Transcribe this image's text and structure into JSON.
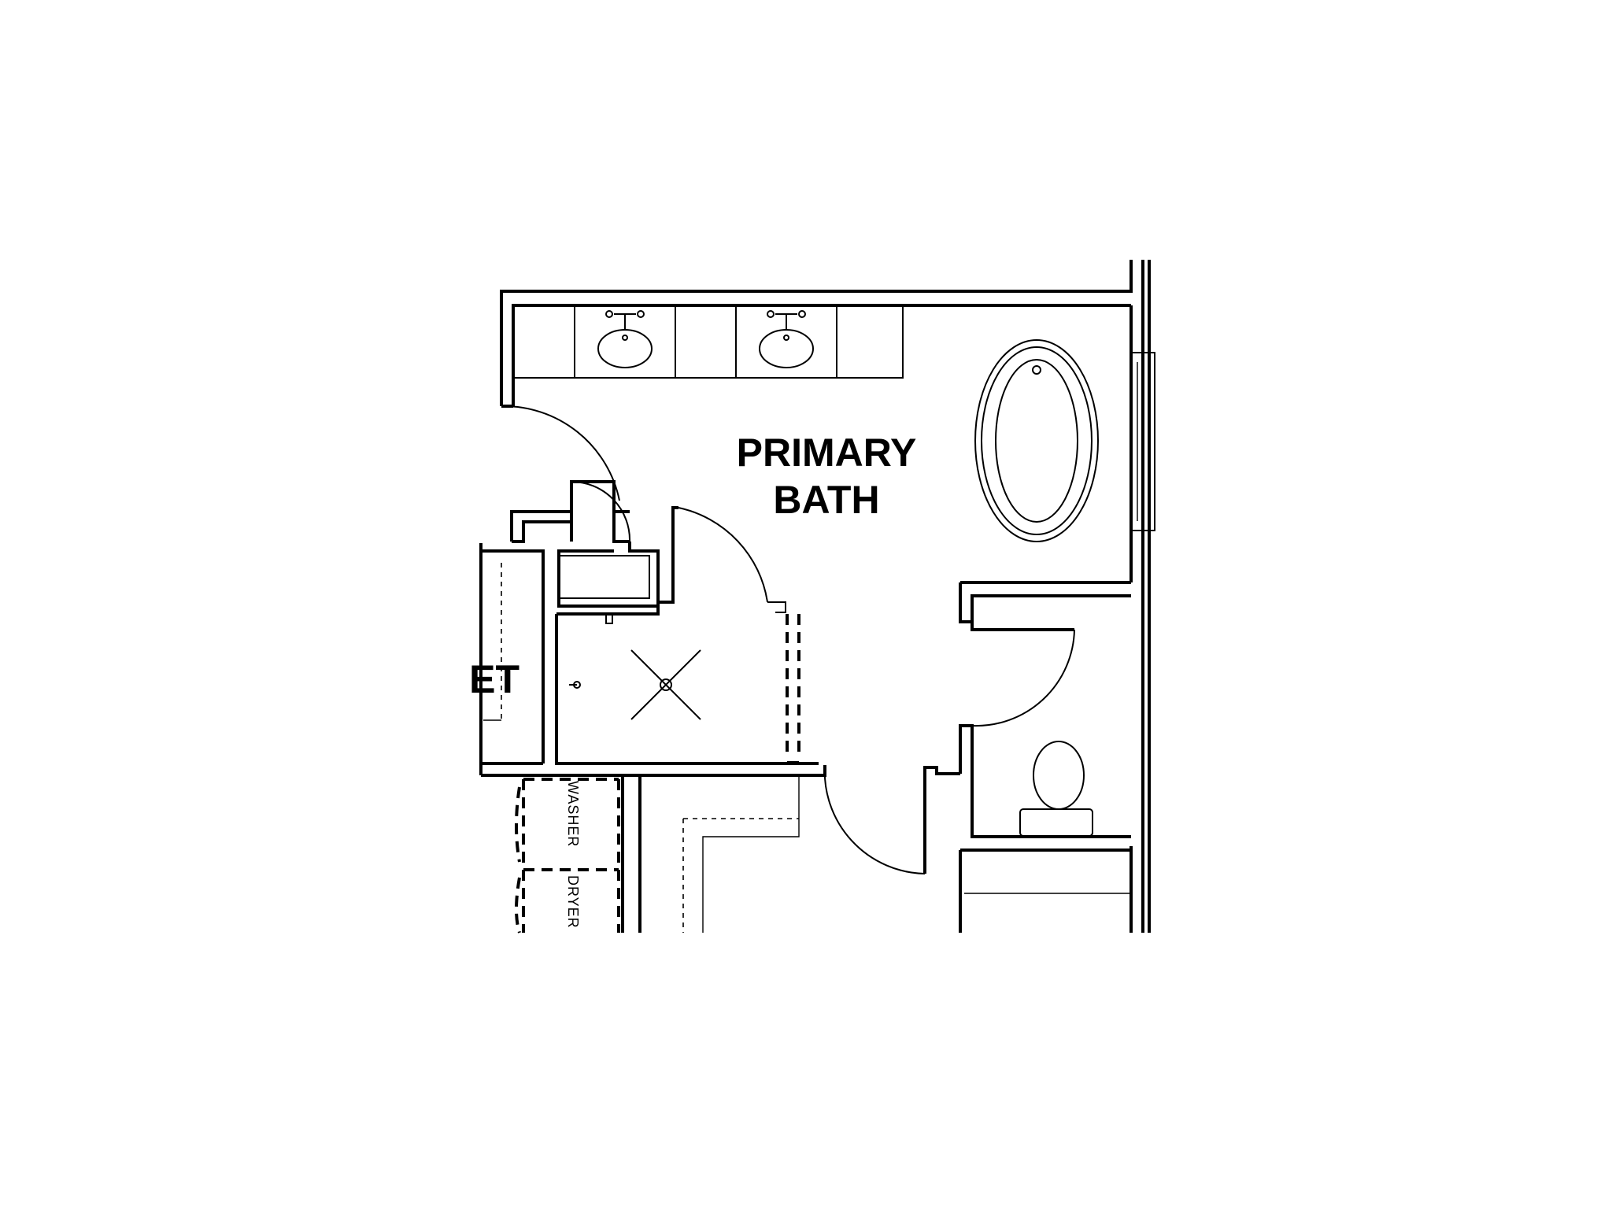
{
  "rooms": {
    "primary_bath_line1": "PRIMARY",
    "primary_bath_line2": "BATH",
    "closet_partial": "ET"
  },
  "appliances": {
    "washer": "WASHER",
    "dryer": "DRYER"
  }
}
